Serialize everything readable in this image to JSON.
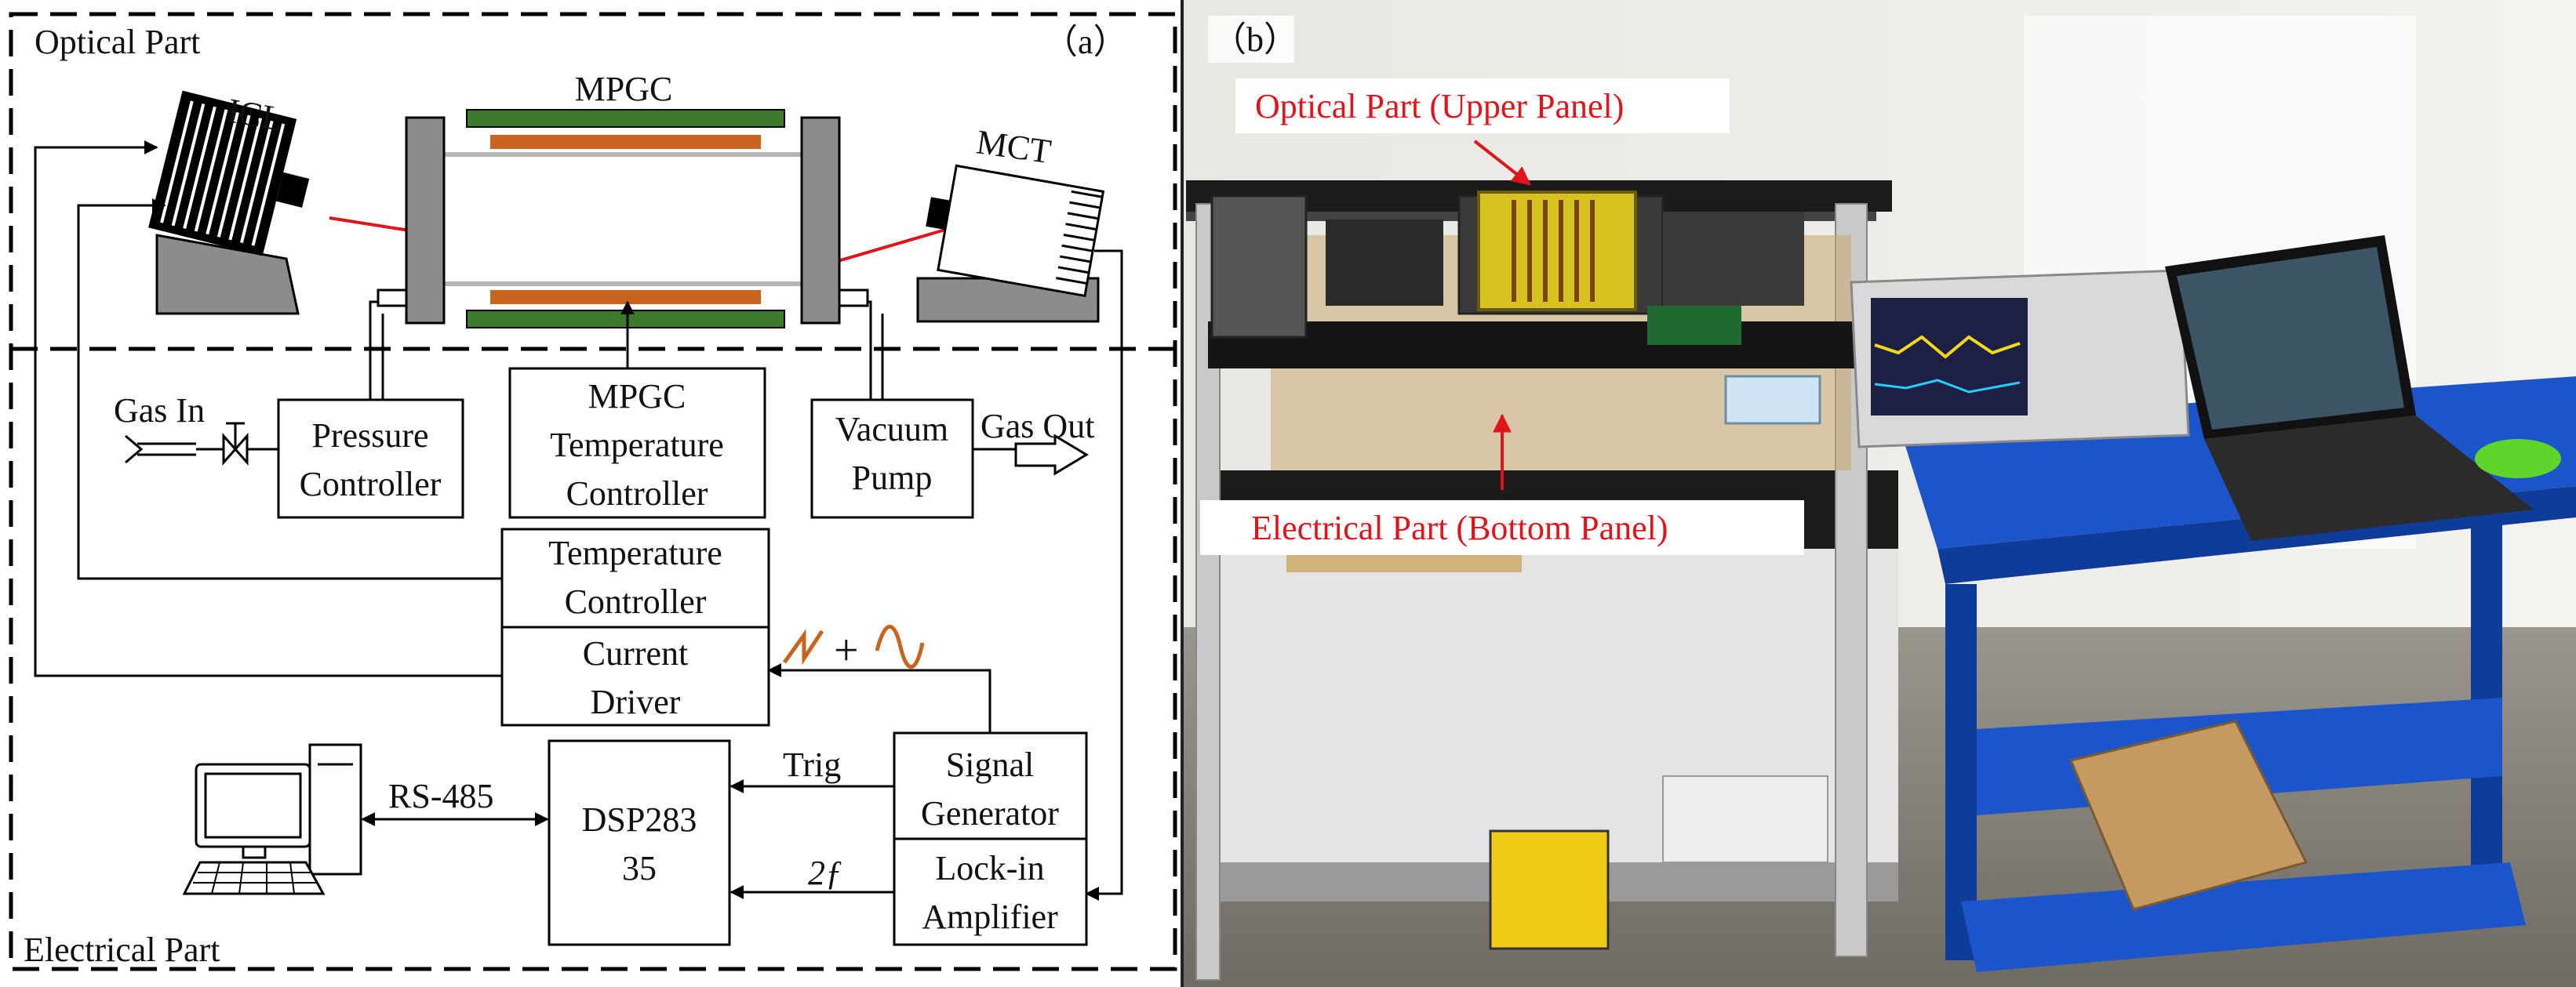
{
  "panel_a": {
    "label": "（a）",
    "optical_part": "Optical Part",
    "electrical_part": "Electrical Part",
    "icl": "ICL",
    "mct": "MCT",
    "mpgc": "MPGC",
    "gas_in": "Gas In",
    "gas_out": "Gas Out",
    "pressure_controller": [
      "Pressure",
      "Controller"
    ],
    "mpgc_temp_controller": [
      "MPGC",
      "Temperature",
      "Controller"
    ],
    "vacuum_pump": [
      "Vacuum",
      "Pump"
    ],
    "temperature_controller": [
      "Temperature",
      "Controller"
    ],
    "current_driver": [
      "Current",
      "Driver"
    ],
    "waveform_plus": "+",
    "signal_generator": [
      "Signal",
      "Generator"
    ],
    "lockin_amplifier": [
      "Lock-in",
      "Amplifier"
    ],
    "dsp": [
      "DSP283",
      "35"
    ],
    "rs485": "RS-485",
    "trig": "Trig",
    "two_f": "2ƒ",
    "colors": {
      "laser": "#e0141b",
      "cell_green": "#3d7a2e",
      "cell_orange": "#c8641e",
      "cell_gray": "#8c8c8c",
      "waveform": "#c8641e"
    }
  },
  "panel_b": {
    "label": "（b）",
    "optical_callout": "Optical Part (Upper Panel)",
    "electrical_callout": "Electrical Part (Bottom Panel)",
    "callout_color": "#e0141b"
  }
}
